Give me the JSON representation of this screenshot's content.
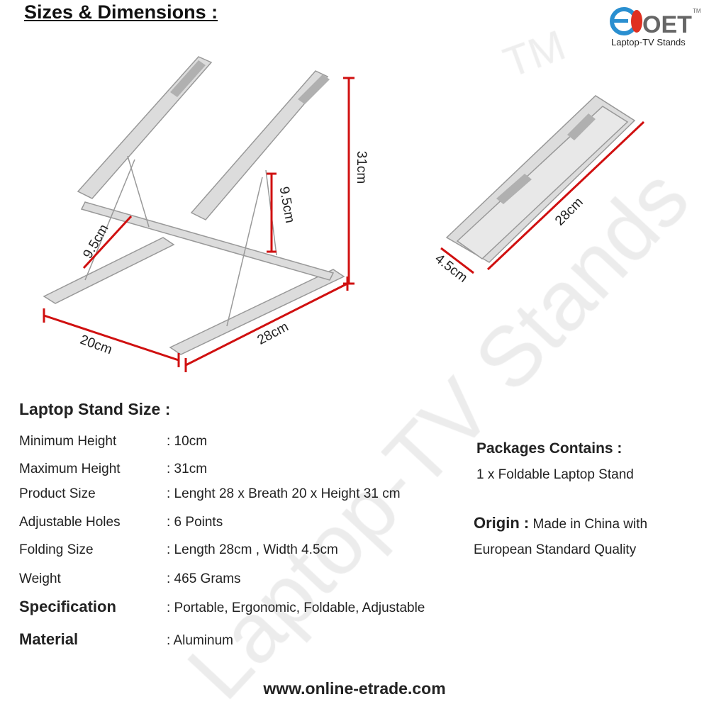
{
  "title": "Sizes & Dimensions :",
  "logo": {
    "brand": "OET",
    "tagline": "Laptop-TV Stands",
    "tm": "TM"
  },
  "watermark": "Laptop-TV Stands",
  "dimensions": {
    "height": "31cm",
    "arm_right": "9.5cm",
    "arm_left": "9.5cm",
    "width": "20cm",
    "length": "28cm",
    "folded_length": "28cm",
    "folded_width": "4.5cm"
  },
  "spec_heading": "Laptop Stand Size :",
  "specs": [
    {
      "label": "Minimum Height",
      "value": ": 10cm"
    },
    {
      "label": "Maximum Height",
      "value": ": 31cm"
    },
    {
      "label": "Product Size",
      "value": ": Lenght 28 x Breath 20 x Height 31 cm"
    },
    {
      "label": "Adjustable Holes",
      "value": ": 6 Points"
    },
    {
      "label": "Folding Size",
      "value": ": Length 28cm , Width 4.5cm"
    },
    {
      "label": "Weight",
      "value": ": 465 Grams"
    },
    {
      "label": "Specification",
      "value": ": Portable, Ergonomic, Foldable, Adjustable"
    },
    {
      "label": "Material",
      "value": ": Aluminum"
    }
  ],
  "package": {
    "heading": "Packages Contains :",
    "item": "1 x Foldable Laptop Stand"
  },
  "origin": {
    "label": "Origin :",
    "line1": "Made in China with",
    "line2": "European Standard Quality"
  },
  "url": "www.online-etrade.com",
  "colors": {
    "dimension_line": "#d01010",
    "logo_blue": "#2a8fd0",
    "logo_red": "#e03020"
  }
}
